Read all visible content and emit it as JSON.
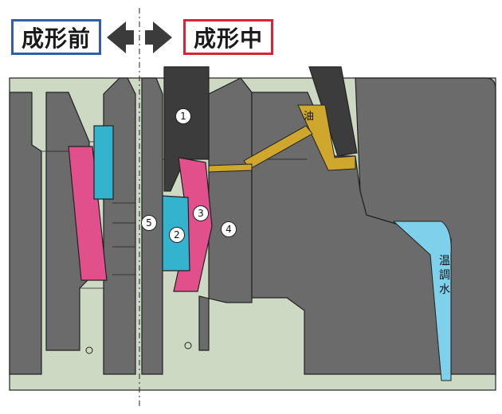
{
  "labels": {
    "before": "成形前",
    "during": "成形中"
  },
  "colors": {
    "before_border": "#2f5fa8",
    "during_border": "#d6243a",
    "mold_gray": "#6b6b6b",
    "frame_green": "#cdd9c3",
    "pink_part": "#e2508c",
    "blue_part": "#34b3cf",
    "core_dark": "#3c3c3c",
    "oil_gold": "#cfa72c",
    "water_blue": "#7fd0ea"
  },
  "markers": [
    "1",
    "2",
    "3",
    "4",
    "5"
  ],
  "fluids": {
    "oil": "油",
    "water_chars": [
      "温",
      "調",
      "水"
    ]
  }
}
